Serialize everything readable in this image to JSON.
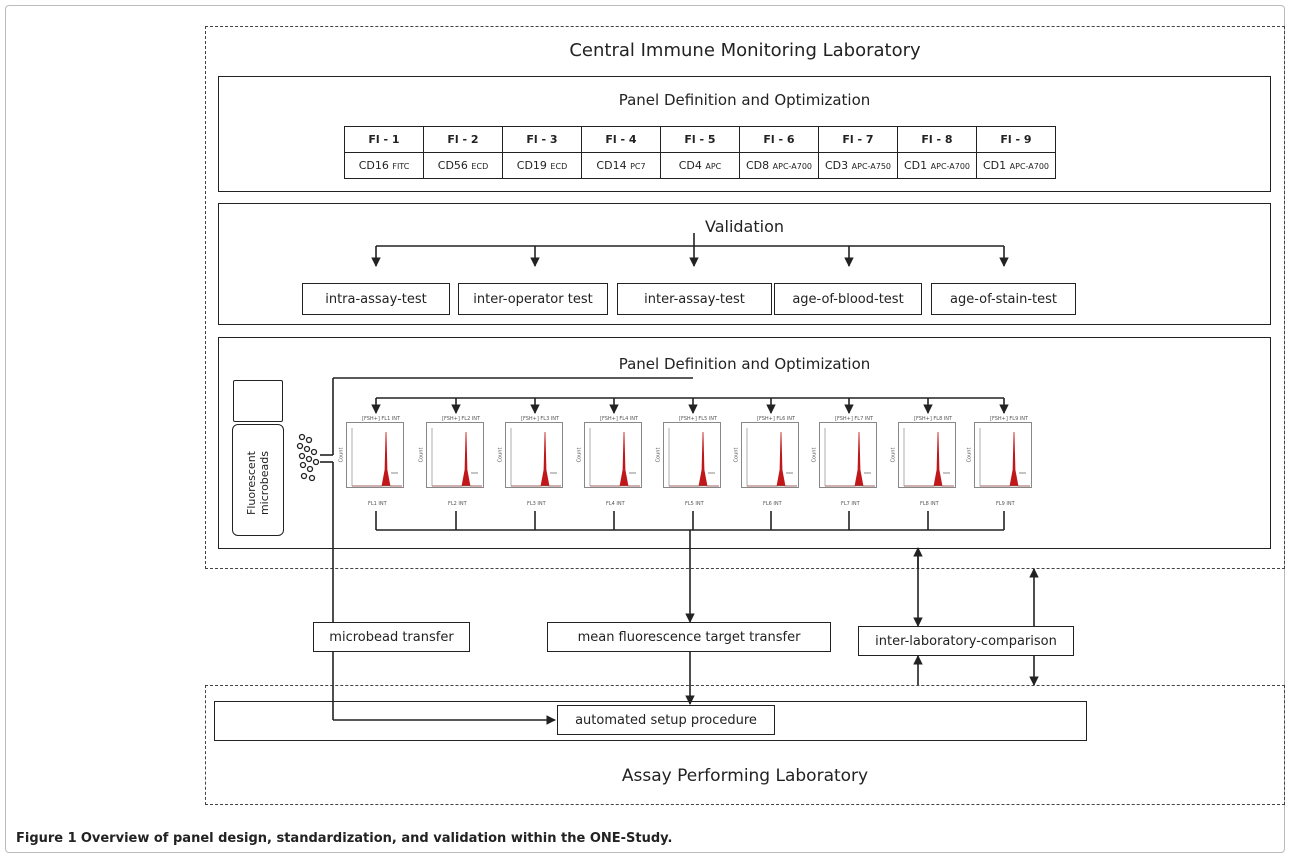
{
  "central_lab": {
    "title": "Central Immune Monitoring Laboratory",
    "panel_section": {
      "title": "Panel Definition and Optimization",
      "channels": [
        {
          "fl": "Fl - 1",
          "marker": "CD16",
          "dye": "FITC"
        },
        {
          "fl": "Fl - 2",
          "marker": "CD56",
          "dye": "ECD"
        },
        {
          "fl": "Fl - 3",
          "marker": "CD19",
          "dye": "ECD"
        },
        {
          "fl": "Fl - 4",
          "marker": "CD14",
          "dye": "PC7"
        },
        {
          "fl": "Fl - 5",
          "marker": "CD4",
          "dye": "APC"
        },
        {
          "fl": "Fl - 6",
          "marker": "CD8",
          "dye": "APC-A700"
        },
        {
          "fl": "Fl - 7",
          "marker": "CD3",
          "dye": "APC-A750"
        },
        {
          "fl": "Fl - 8",
          "marker": "CD1",
          "dye": "APC-A700"
        },
        {
          "fl": "Fl - 9",
          "marker": "CD1",
          "dye": "APC-A700"
        }
      ]
    },
    "validation": {
      "title": "Validation",
      "tests": [
        "intra-assay-test",
        "inter-operator test",
        "inter-assay-test",
        "age-of-blood-test",
        "age-of-stain-test"
      ]
    },
    "optimization_section": {
      "title": "Panel Definition and Optimization",
      "vial_label": "Fluorescent microbeads",
      "histograms": [
        {
          "title": "[FSH+] FL1 INT",
          "ylabel": "Count",
          "xlabel": "FL1 INT"
        },
        {
          "title": "[FSH+] FL2 INT",
          "ylabel": "Count",
          "xlabel": "FL2 INT"
        },
        {
          "title": "[FSH+] FL3 INT",
          "ylabel": "Count",
          "xlabel": "FL3 INT"
        },
        {
          "title": "[FSH+] FL4 INT",
          "ylabel": "Count",
          "xlabel": "FL4 INT"
        },
        {
          "title": "[FSH+] FL5 INT",
          "ylabel": "Count",
          "xlabel": "FL5 INT"
        },
        {
          "title": "[FSH+] FL6 INT",
          "ylabel": "Count",
          "xlabel": "FL6 INT"
        },
        {
          "title": "[FSH+] FL7 INT",
          "ylabel": "Count",
          "xlabel": "FL7 INT"
        },
        {
          "title": "[FSH+] FL8 INT",
          "ylabel": "Count",
          "xlabel": "FL8 INT"
        },
        {
          "title": "[FSH+] FL9 INT",
          "ylabel": "Count",
          "xlabel": "FL9 INT"
        }
      ]
    }
  },
  "transfers": {
    "microbead": "microbead transfer",
    "mfi": "mean fluorescence target transfer",
    "comparison": "inter-laboratory-comparison"
  },
  "assay_lab": {
    "title": "Assay Performing Laboratory",
    "setup": "automated setup procedure"
  },
  "caption": {
    "label": "Figure 1",
    "text": "Overview of panel design, standardization, and validation within the ONE-Study."
  },
  "colors": {
    "peak": "#c0181a",
    "line": "#222222"
  }
}
